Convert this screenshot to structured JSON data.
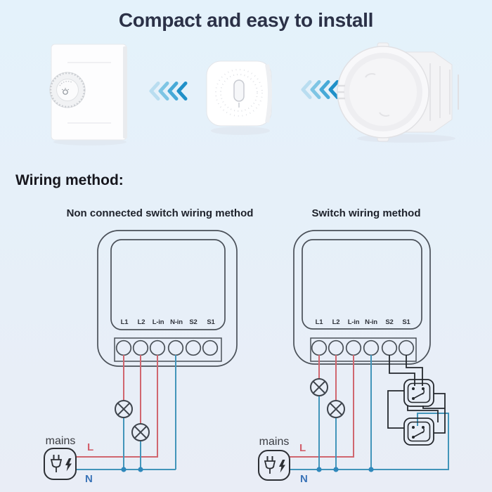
{
  "header": {
    "title": "Compact and easy to install"
  },
  "products": {
    "left": {
      "name": "dimmer-wall-switch"
    },
    "middle": {
      "name": "mini-smart-switch-module"
    },
    "right": {
      "name": "flush-mount-junction-box"
    },
    "arrow_direction": "left"
  },
  "wiring": {
    "heading": "Wiring method:",
    "diagrams": [
      {
        "title": "Non connected switch wiring method",
        "terminals": [
          "L1",
          "L2",
          "L-in",
          "N-in",
          "S2",
          "S1"
        ],
        "mains_label": "mains",
        "live_label": "L",
        "neutral_label": "N",
        "lamp_count": 2
      },
      {
        "title": "Switch wiring method",
        "terminals": [
          "L1",
          "L2",
          "L-in",
          "N-in",
          "S2",
          "S1"
        ],
        "mains_label": "mains",
        "live_label": "L",
        "neutral_label": "N",
        "lamp_count": 2,
        "switch_count": 2
      }
    ]
  },
  "colors": {
    "background_top": "#e4f2fb",
    "background_bottom": "#e9edf6",
    "title_text": "#2b3147",
    "heading_text": "#17171e",
    "subtitle_text": "#1e222b",
    "terminal_text": "#30343c",
    "live_wire": "#d0666f",
    "neutral_wire": "#4295ba",
    "junction_dot": "#2f88bb",
    "signal_wire": "#24282d",
    "module_outline": "#4a5058",
    "lamp_outline": "#3e444c",
    "mains_outline": "#2c2f34",
    "label_live": "#d2606c",
    "label_neutral": "#3b74b8",
    "arrow_colors": [
      "#b9ddf0",
      "#7ec5e4",
      "#47a9d7",
      "#2090c8"
    ]
  }
}
